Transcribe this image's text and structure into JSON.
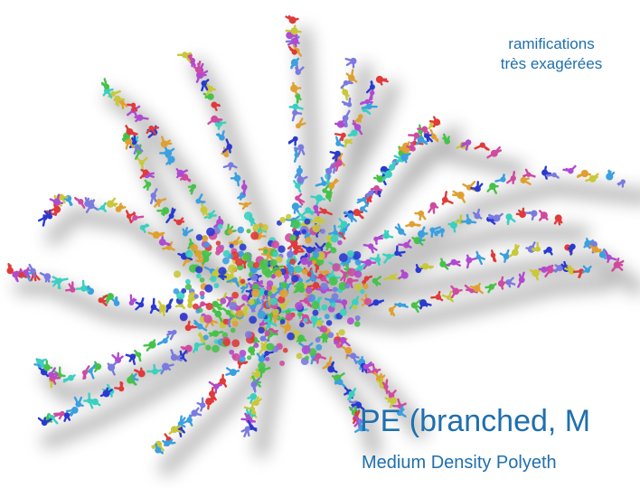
{
  "annotation": {
    "line1": "ramifications",
    "line2": "très exagérées"
  },
  "title": "PE (branched, M",
  "subtitle": "Medium Density Polyeth",
  "image": {
    "subject": "branched-polymer-molecular-model",
    "palette": [
      "#e03a3a",
      "#3aa0e0",
      "#46c24a",
      "#b04ad0",
      "#e0a030",
      "#3ad0c0",
      "#d04aa0",
      "#7a7ae0",
      "#c8c83a",
      "#2a3ad0"
    ]
  }
}
